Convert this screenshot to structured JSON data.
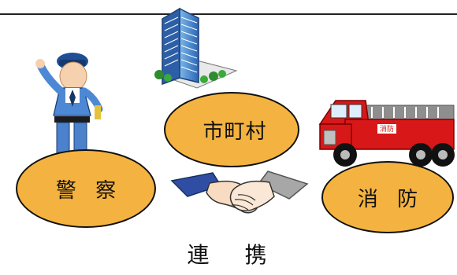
{
  "labels": {
    "city": "市町村",
    "police": "警 察",
    "fire": "消 防",
    "cooperation": "連 携"
  },
  "colors": {
    "bubble_fill": "#F4B340",
    "line": "#111111",
    "truck_red": "#D81818",
    "police_blue": "#2E76C8",
    "building_blue": "#1C3E76"
  },
  "icons": {
    "building": "building-icon",
    "police": "police-officer-icon",
    "fire_truck": "fire-truck-icon",
    "handshake": "handshake-icon"
  }
}
